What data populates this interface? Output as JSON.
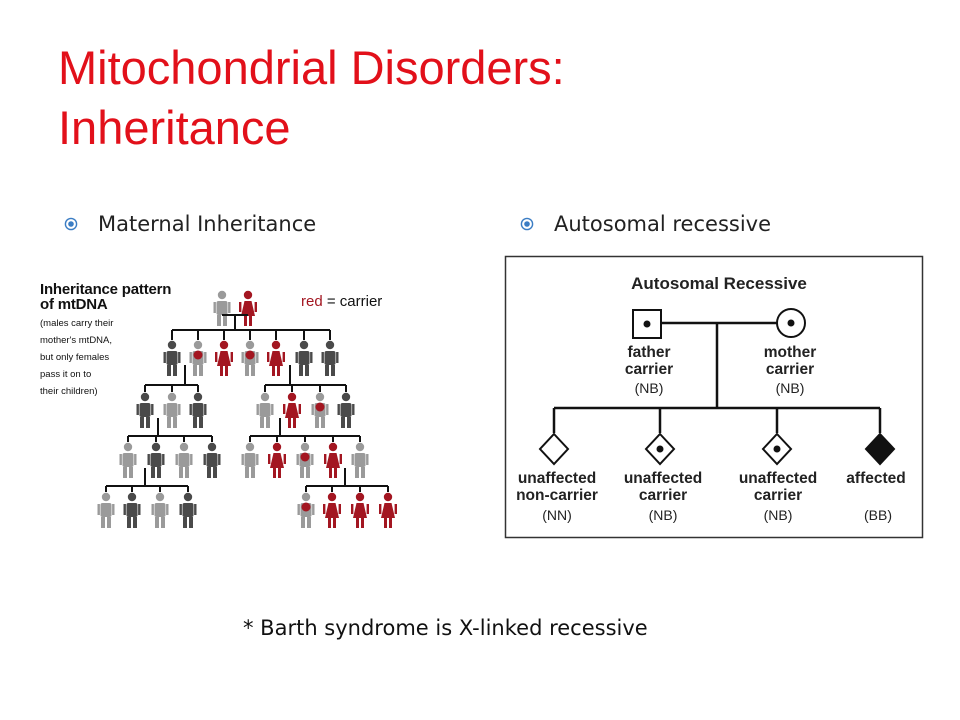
{
  "title": {
    "line1": "Mitochondrial Disorders:",
    "line2": "Inheritance"
  },
  "colors": {
    "title": "#e2101a",
    "carrier": "#a31621",
    "dark_person": "#4a4a4a",
    "light_person": "#9a9a9a",
    "bullet": "#3b7dc4"
  },
  "bullets": [
    {
      "label": "Maternal Inheritance",
      "icon": "circle-bullet-icon"
    },
    {
      "label": "Autosomal recessive",
      "icon": "circle-bullet-icon"
    }
  ],
  "mtdna": {
    "heading_line1": "Inheritance pattern",
    "heading_line2": "of mtDNA",
    "note_lines": [
      "(males carry their",
      "mother's mtDNA,",
      "but only females",
      "pass it on to",
      "their children)"
    ],
    "legend_red": "red",
    "legend_rest": " = carrier"
  },
  "autosomal": {
    "title": "Autosomal Recessive",
    "parents": [
      {
        "line1": "father",
        "line2": "carrier",
        "genotype": "(NB)",
        "symbol": "square-dot"
      },
      {
        "line1": "mother",
        "line2": "carrier",
        "genotype": "(NB)",
        "symbol": "circle-dot"
      }
    ],
    "children": [
      {
        "line1": "unaffected",
        "line2": "non-carrier",
        "genotype": "(NN)",
        "symbol": "diamond-empty"
      },
      {
        "line1": "unaffected",
        "line2": "carrier",
        "genotype": "(NB)",
        "symbol": "diamond-dot"
      },
      {
        "line1": "unaffected",
        "line2": "carrier",
        "genotype": "(NB)",
        "symbol": "diamond-dot"
      },
      {
        "line1": "affected",
        "line2": "",
        "genotype": "(BB)",
        "symbol": "diamond-filled"
      }
    ]
  },
  "footnote": "* Barth syndrome is X-linked recessive"
}
